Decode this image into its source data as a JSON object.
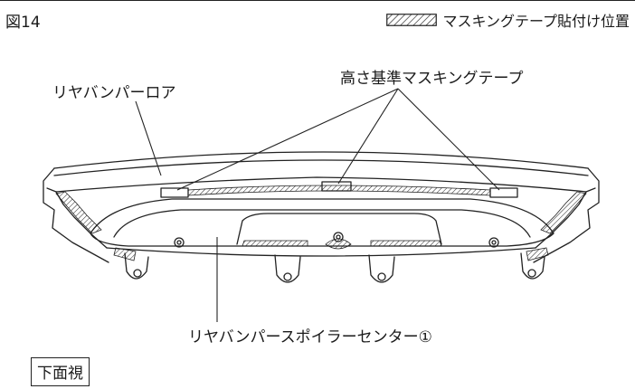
{
  "figure": {
    "number": "図14",
    "legend_text": "マスキングテープ貼付け位置"
  },
  "callouts": {
    "rear_bumper_lower": "リヤバンパーロア",
    "height_reference_tape": "高さ基準マスキングテープ",
    "rear_bumper_spoiler_center": "リヤバンパースポイラーセンター①"
  },
  "view": {
    "label": "下面視"
  }
}
